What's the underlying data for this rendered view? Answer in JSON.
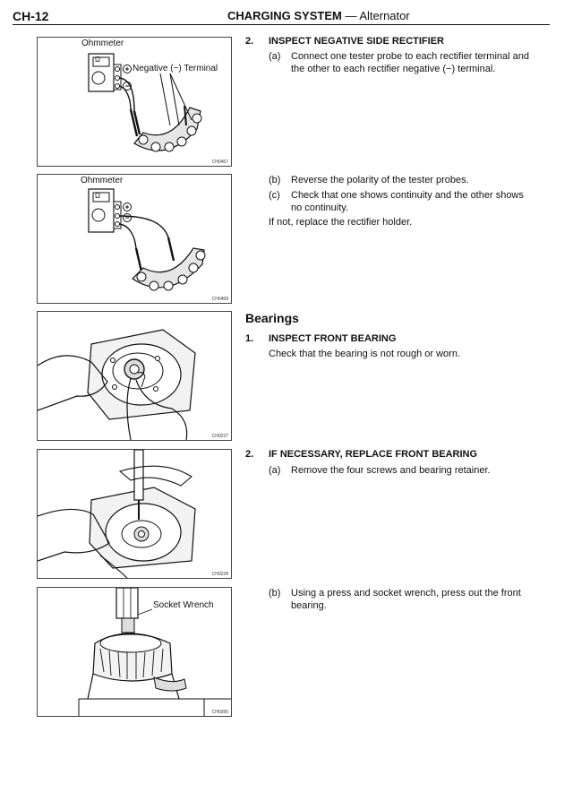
{
  "header": {
    "page_number": "CH-12",
    "title_bold": "CHARGING SYSTEM",
    "title_rest": " — Alternator"
  },
  "figures": [
    {
      "code": "CH0467",
      "labels": [
        "Ohmmeter",
        "Negative (−) Terminal"
      ],
      "meter_symbol": "Ω"
    },
    {
      "code": "CH0468",
      "labels": [
        "Ohmmeter"
      ],
      "meter_symbol": "Ω"
    },
    {
      "code": "CH0227",
      "labels": []
    },
    {
      "code": "CH0228",
      "labels": []
    },
    {
      "code": "CH0390",
      "labels": [
        "Socket Wrench"
      ]
    }
  ],
  "steps": {
    "s2_rect": {
      "num": "2.",
      "title": "INSPECT NEGATIVE SIDE RECTIFIER",
      "a": {
        "mark": "(a)",
        "text": "Connect one tester probe to each rectifier terminal and the other to each rectifier negative (−) terminal."
      },
      "b": {
        "mark": "(b)",
        "text": "Reverse the polarity of the tester probes."
      },
      "c": {
        "mark": "(c)",
        "text": "Check that one shows continuity and the other shows no continuity."
      },
      "note": "If not, replace the rectifier holder."
    },
    "section": "Bearings",
    "s1_bear": {
      "num": "1.",
      "title": "INSPECT FRONT BEARING",
      "text": "Check that the bearing is not rough or worn."
    },
    "s2_bear": {
      "num": "2.",
      "title": "IF NECESSARY, REPLACE FRONT BEARING",
      "a": {
        "mark": "(a)",
        "text": "Remove the four screws and bearing retainer."
      },
      "b": {
        "mark": "(b)",
        "text": "Using a press and socket wrench, press out the front bearing."
      }
    }
  }
}
